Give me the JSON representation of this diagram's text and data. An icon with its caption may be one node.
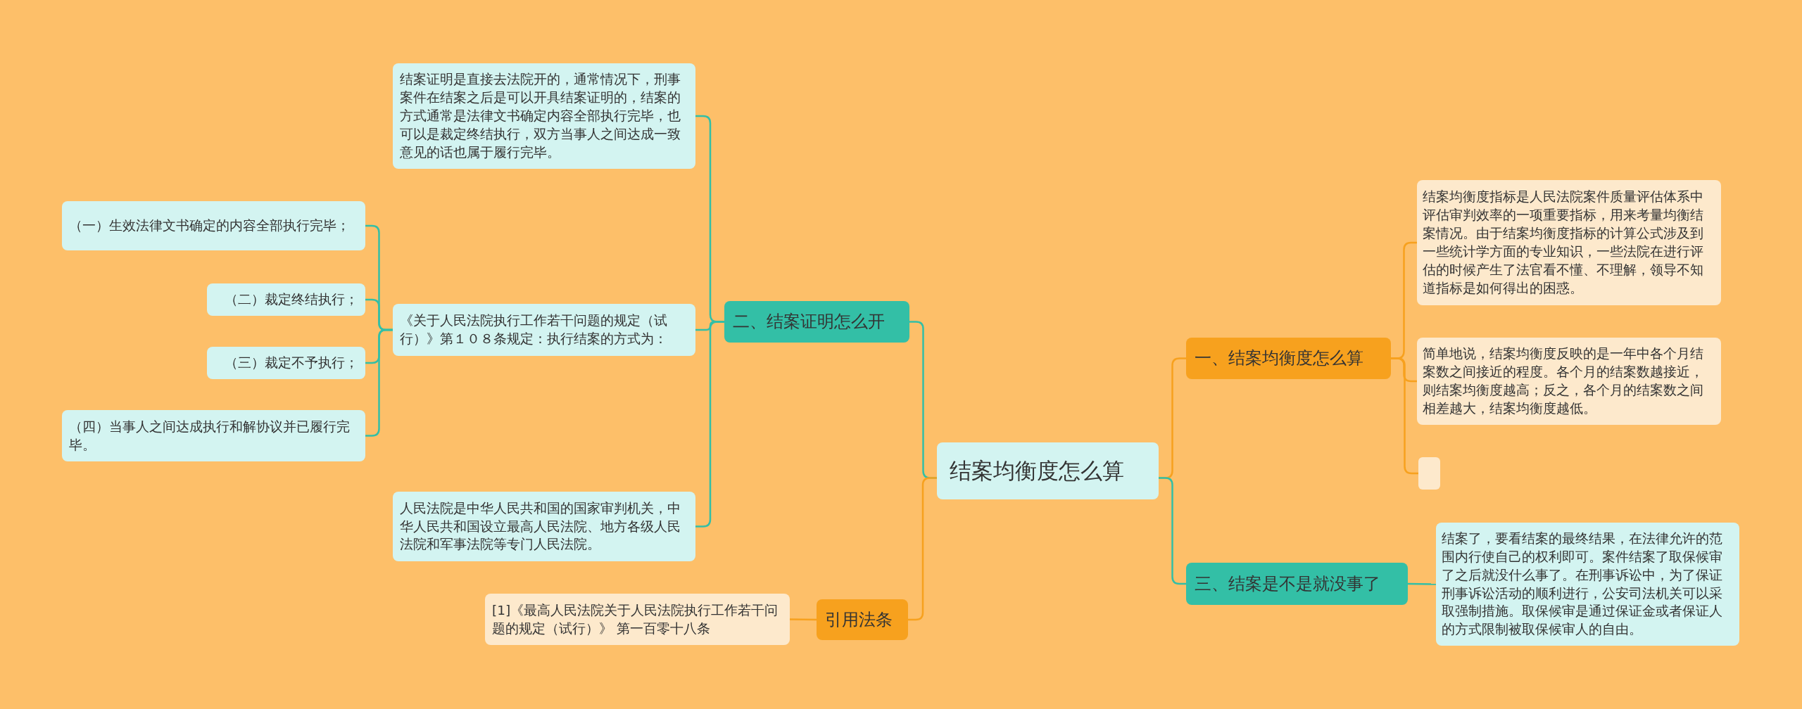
{
  "diagram": {
    "nodes": [
      {
        "text": [
          "结案均衡度怎么算"
        ]
      },
      {
        "text": [
          "二、结案证明怎么开"
        ]
      },
      {
        "text": [
          "结案证明是直接去法院开的，通常情况下，刑事案件在结案之后是可以开具结案证明的，结案的方式通常是法律文书确定内容全部执行完毕，也可以是裁定终结执行，双方当事人之间达成一致意见的话也属于履行完毕。"
        ]
      },
      {
        "text": [
          "《关于人民法院执行工作若干问题的规定（试行）》第１０８条规定：执行结案的方式为："
        ]
      },
      {
        "text": [
          "（一）生效法律文书确定的内容全部执行完毕；"
        ]
      },
      {
        "text": [
          "（二）裁定终结执行；"
        ]
      },
      {
        "text": [
          "（三）裁定不予执行；"
        ]
      },
      {
        "text": [
          "（四）当事人之间达成执行和解协议并已履行完毕。"
        ]
      },
      {
        "text": [
          "人民法院是中华人民共和国的国家审判机关，中华人民共和国设立最高人民法院、地方各级人民法院和军事法院等专门人民法院。"
        ]
      },
      {
        "text": [
          "引用法条"
        ]
      },
      {
        "text": [
          "[1]《最高人民法院关于人民法院执行工作若干问题的规定（试行）》 第一百零十八条"
        ]
      },
      {
        "text": [
          "一、结案均衡度怎么算"
        ]
      },
      {
        "text": [
          "结案均衡度指标是人民法院案件质量评估体系中评估审判效率的一项重要指标，用来考量均衡结案情况。由于结案均衡度指标的计算公式涉及到一些统计学方面的专业知识，一些法院在进行评估的时候产生了法官看不懂、不理解，领导不知道指标是如何得出的困惑。"
        ]
      },
      {
        "text": [
          "简单地说，结案均衡度反映的是一年中各个月结案数之间接近的程度。各个月的结案数越接近，则结案均衡度越高；反之，各个月的结案数之间相差越大，结案均衡度越低。"
        ]
      },
      {
        "text": [],
        "shape": "box"
      },
      {
        "text": [
          "三、结案是不是就没事了"
        ]
      },
      {
        "text": [
          "结案了，要看结案的最终结果，在法律允许的范围内行使自己的权利即可。案件结案了取保候审了之后就没什么事了。在刑事诉讼中，为了保证刑事诉讼活动的顺利进行，公安司法机关可以采取强制措施。取保候审是通过保证金或者保证人的方式限制被取保候审人的自由。"
        ]
      }
    ],
    "edges": [
      {
        "from": 0,
        "to": 1,
        "arrow": "none"
      },
      {
        "from": 1,
        "to": 2,
        "arrow": "none"
      },
      {
        "from": 1,
        "to": 3,
        "arrow": "none"
      },
      {
        "from": 3,
        "to": 4,
        "arrow": "none"
      },
      {
        "from": 3,
        "to": 5,
        "arrow": "none"
      },
      {
        "from": 3,
        "to": 6,
        "arrow": "none"
      },
      {
        "from": 3,
        "to": 7,
        "arrow": "none"
      },
      {
        "from": 1,
        "to": 8,
        "arrow": "none"
      },
      {
        "from": 0,
        "to": 9,
        "arrow": "none",
        "color": "#f7a11e"
      },
      {
        "from": 9,
        "to": 10,
        "arrow": "none",
        "color": "#f7a11e"
      },
      {
        "from": 0,
        "to": 11,
        "arrow": "none",
        "color": "#f7a11e"
      },
      {
        "from": 11,
        "to": 12,
        "arrow": "none",
        "color": "#f7a11e"
      },
      {
        "from": 11,
        "to": 13,
        "arrow": "none",
        "color": "#f7a11e"
      },
      {
        "from": 11,
        "to": 14,
        "arrow": "none",
        "color": "#f7a11e"
      },
      {
        "from": 0,
        "to": 15,
        "arrow": "none"
      },
      {
        "from": 15,
        "to": 16,
        "arrow": "none"
      }
    ]
  }
}
